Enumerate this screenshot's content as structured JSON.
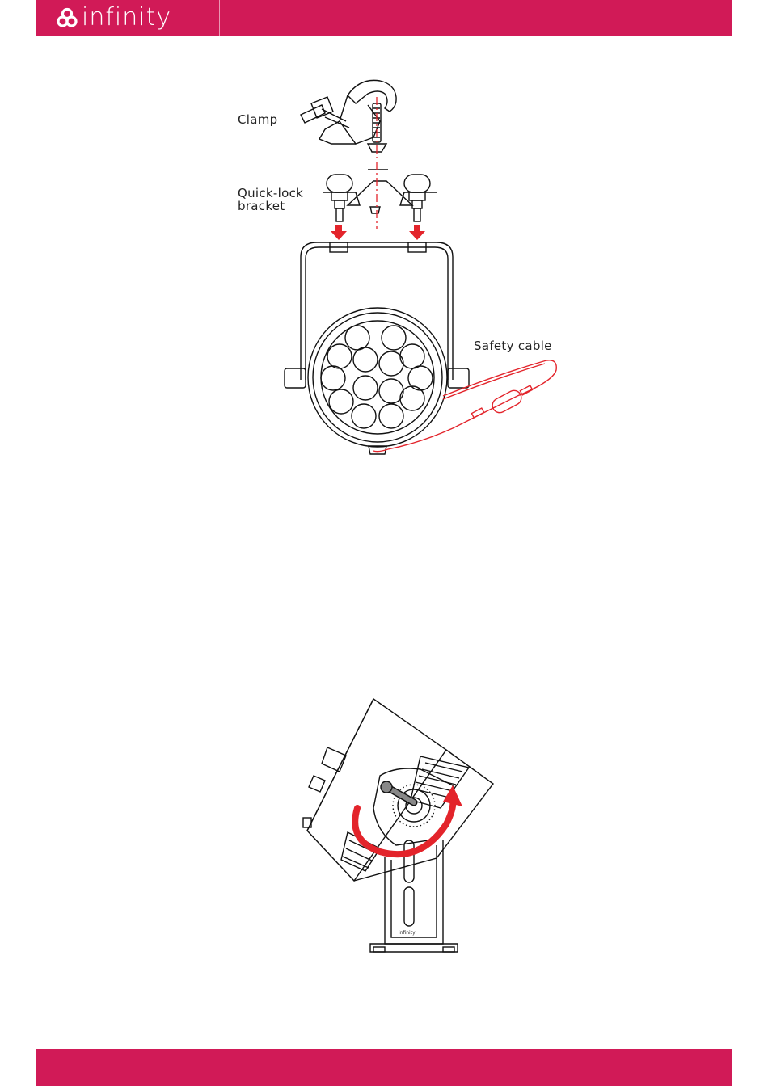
{
  "header": {
    "brand_name": "infinity",
    "logo_icon": "infinity-trefoil-icon",
    "color": "#d11a57"
  },
  "figure1": {
    "labels": {
      "clamp": "Clamp",
      "bracket_line1": "Quick-lock",
      "bracket_line2": "bracket",
      "safety_cable": "Safety cable"
    },
    "accent_color": "#e3242b"
  },
  "figure2": {
    "base_brand": "infinity",
    "rotation_arrow_icon": "rotate-arrow-icon"
  },
  "footer": {
    "color": "#d11a57"
  }
}
